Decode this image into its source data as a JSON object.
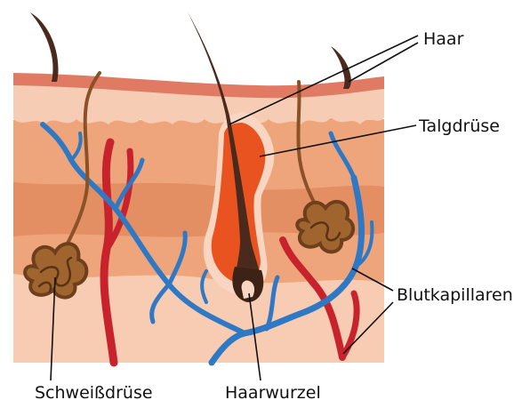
{
  "labels": {
    "hair": "Haar",
    "sebaceous_gland": "Talgdrüse",
    "capillaries": "Blutkapillaren",
    "sweat_gland": "Schweißdrüse",
    "hair_root": "Haarwurzel"
  },
  "colors": {
    "epidermis_top": "#e07a63",
    "epidermis": "#f6cdb4",
    "dermis": "#eea57c",
    "dermis_band": "#e38e63",
    "hypodermis": "#f8cbb3",
    "hair": "#4a2a1c",
    "sebaceous": "#e8531f",
    "sweat_gland": "#8a5226",
    "vein": "#2f78c4",
    "artery": "#c8232d",
    "leader_line": "#111111"
  }
}
